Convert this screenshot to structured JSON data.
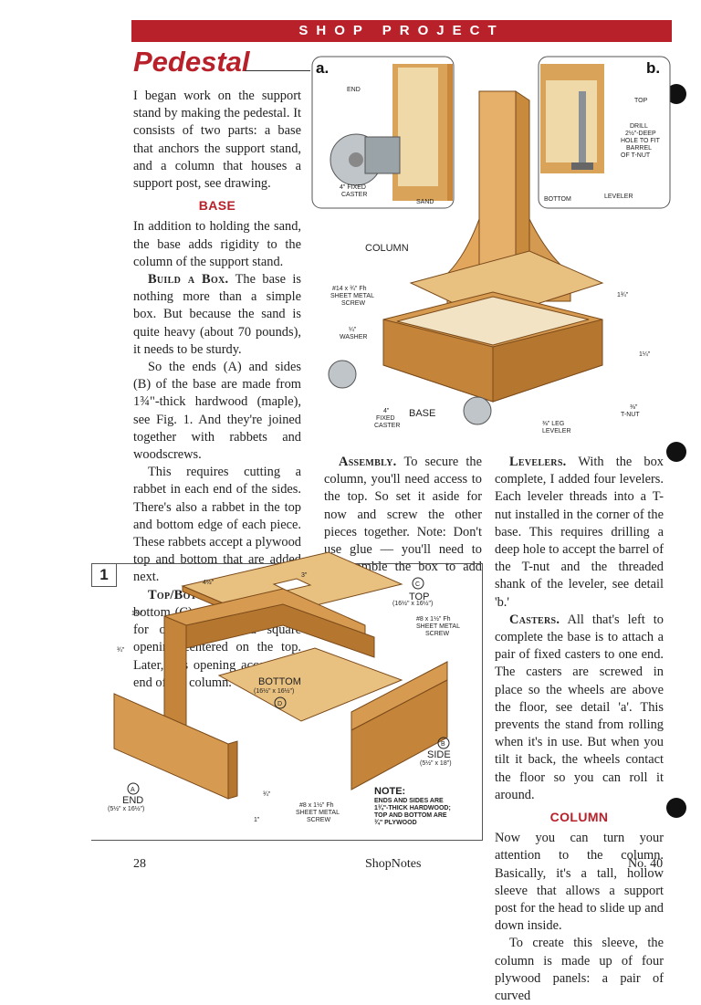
{
  "banner": "SHOP PROJECT",
  "title": "Pedestal",
  "col1": {
    "p1": "I began work on the support stand by making the pedestal. It consists of two parts: a base that anchors the support stand, and a column that houses a support post, see drawing.",
    "h1": "BASE",
    "p2": "In addition to holding the sand, the base adds rigidity to the column of the support stand.",
    "p3_lead": "Build a Box.",
    "p3": " The base is nothing more than a simple box. But because the sand is quite heavy (about 70 pounds), it needs to be sturdy.",
    "p4": "So the ends (A) and sides (B) of the base are made from 1¾\"-thick hardwood (maple), see Fig. 1. And they're joined together with rabbets and woodscrews.",
    "p5": "This requires cutting a rabbet in each end of the sides. There's also a rabbet in the top and bottom edge of each piece. These rabbets accept a plywood top and bottom that are added next.",
    "p6_lead": "Top/Bottom.",
    "p6": " The top and bottom (C) are identical except for one thing — a square opening centered on the top. Later, this opening accepts the end of the column."
  },
  "col2": {
    "p1_lead": "Assembly.",
    "p1": " To secure the column, you'll need access to the top. So set it aside for now and screw the other pieces together. Note: Don't use glue — you'll need to disassemble the box to add the sand."
  },
  "col3": {
    "p1_lead": "Levelers.",
    "p1": " With the box complete, I added four levelers. Each leveler threads into a T-nut installed in the corner of the base. This requires drilling a deep hole to accept the barrel of the T-nut and the threaded shank of the leveler, see detail 'b.'",
    "p2_lead": "Casters.",
    "p2": " All that's left to complete the base is to attach a pair of fixed casters to one end. The casters are screwed in place so the wheels are above the floor, see detail 'a'. This prevents the stand from rolling when it's in use. But when you tilt it back, the wheels contact the floor so you can roll it around.",
    "h1": "COLUMN",
    "p3": "Now you can turn your attention to the column. Basically, it's a tall, hollow sleeve that allows a support post for the head to slide up and down inside.",
    "p4": "To create this sleeve, the column is made up of four plywood panels: a pair of curved"
  },
  "detail_a": {
    "letter": "a.",
    "end": "END",
    "caster": [
      "4\" FIXED",
      "CASTER"
    ],
    "sand": "SAND"
  },
  "detail_b": {
    "letter": "b.",
    "top": "TOP",
    "drill": [
      "DRILL",
      "2½\"-DEEP",
      "HOLE TO FIT",
      "BARREL",
      "OF T-NUT"
    ],
    "bottom": "BOTTOM",
    "leveler": "LEVELER"
  },
  "main_drawing": {
    "column": "COLUMN",
    "screw": [
      "#14 x ¾\" Fh",
      "SHEET METAL",
      "SCREW"
    ],
    "washer": [
      "¼\"",
      "WASHER"
    ],
    "caster": [
      "4\"",
      "FIXED",
      "CASTER"
    ],
    "base": "BASE",
    "leveler": [
      "⅜\" LEG",
      "LEVELER"
    ],
    "tnut": [
      "⅜\"",
      "T-NUT"
    ],
    "dim1": "1¾\"",
    "dim2": "1¼\""
  },
  "fig1": {
    "num": "1",
    "top_letter": "C",
    "top": [
      "TOP",
      "(16½\" x 16½\")"
    ],
    "dim_a": "4½\"",
    "dim_b": "3\"",
    "screw": [
      "#8 x 1½\" Fh",
      "SHEET METAL",
      "SCREW"
    ],
    "dim_l1": "1¾\"",
    "dim_l2": "¾\"",
    "bottom": [
      "BOTTOM",
      "(16½\" x 16½\")"
    ],
    "bottom_letter": "D",
    "side_letter": "B",
    "side": [
      "SIDE",
      "(5½\" x 18\")"
    ],
    "end_letter": "A",
    "end": [
      "END",
      "(5½\" x 16½\")"
    ],
    "dim_34": "¾\"",
    "dim_1": "1\"",
    "screw2": [
      "#8 x 1½\" Fh",
      "SHEET METAL",
      "SCREW"
    ],
    "note_h": "NOTE:",
    "note": [
      "ENDS AND SIDES ARE",
      "1¾\"-THICK HARDWOOD;",
      "TOP AND BOTTOM ARE",
      "¾\" PLYWOOD"
    ]
  },
  "footer": {
    "page": "28",
    "magazine": "ShopNotes",
    "issue": "No. 40"
  }
}
